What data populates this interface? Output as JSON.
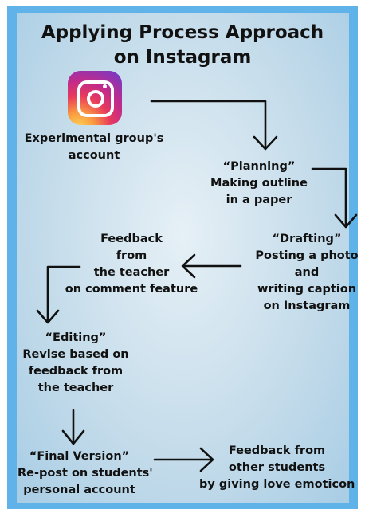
{
  "title": {
    "line1": "Applying Process Approach",
    "line2": "on Instagram"
  },
  "icon": {
    "name": "instagram-icon"
  },
  "nodes": {
    "account": [
      "Experimental group's",
      "account"
    ],
    "planning": [
      "“Planning”",
      "Making outline",
      "in a paper"
    ],
    "drafting": [
      "“Drafting”",
      "Posting a photo",
      "and",
      "writing caption",
      "on Instagram"
    ],
    "teacher_feedback": [
      "Feedback",
      "from",
      "the teacher",
      "on comment feature"
    ],
    "editing": [
      "“Editing”",
      "Revise based on",
      "feedback from",
      "the teacher"
    ],
    "final": [
      "“Final Version”",
      "Re-post on students'",
      "personal account"
    ],
    "student_feedback": [
      "Feedback from",
      "other students",
      "by giving love emoticon"
    ]
  },
  "colors": {
    "frame": "#60b3e8",
    "panel": "#c3dbea",
    "arrow": "#111111"
  }
}
